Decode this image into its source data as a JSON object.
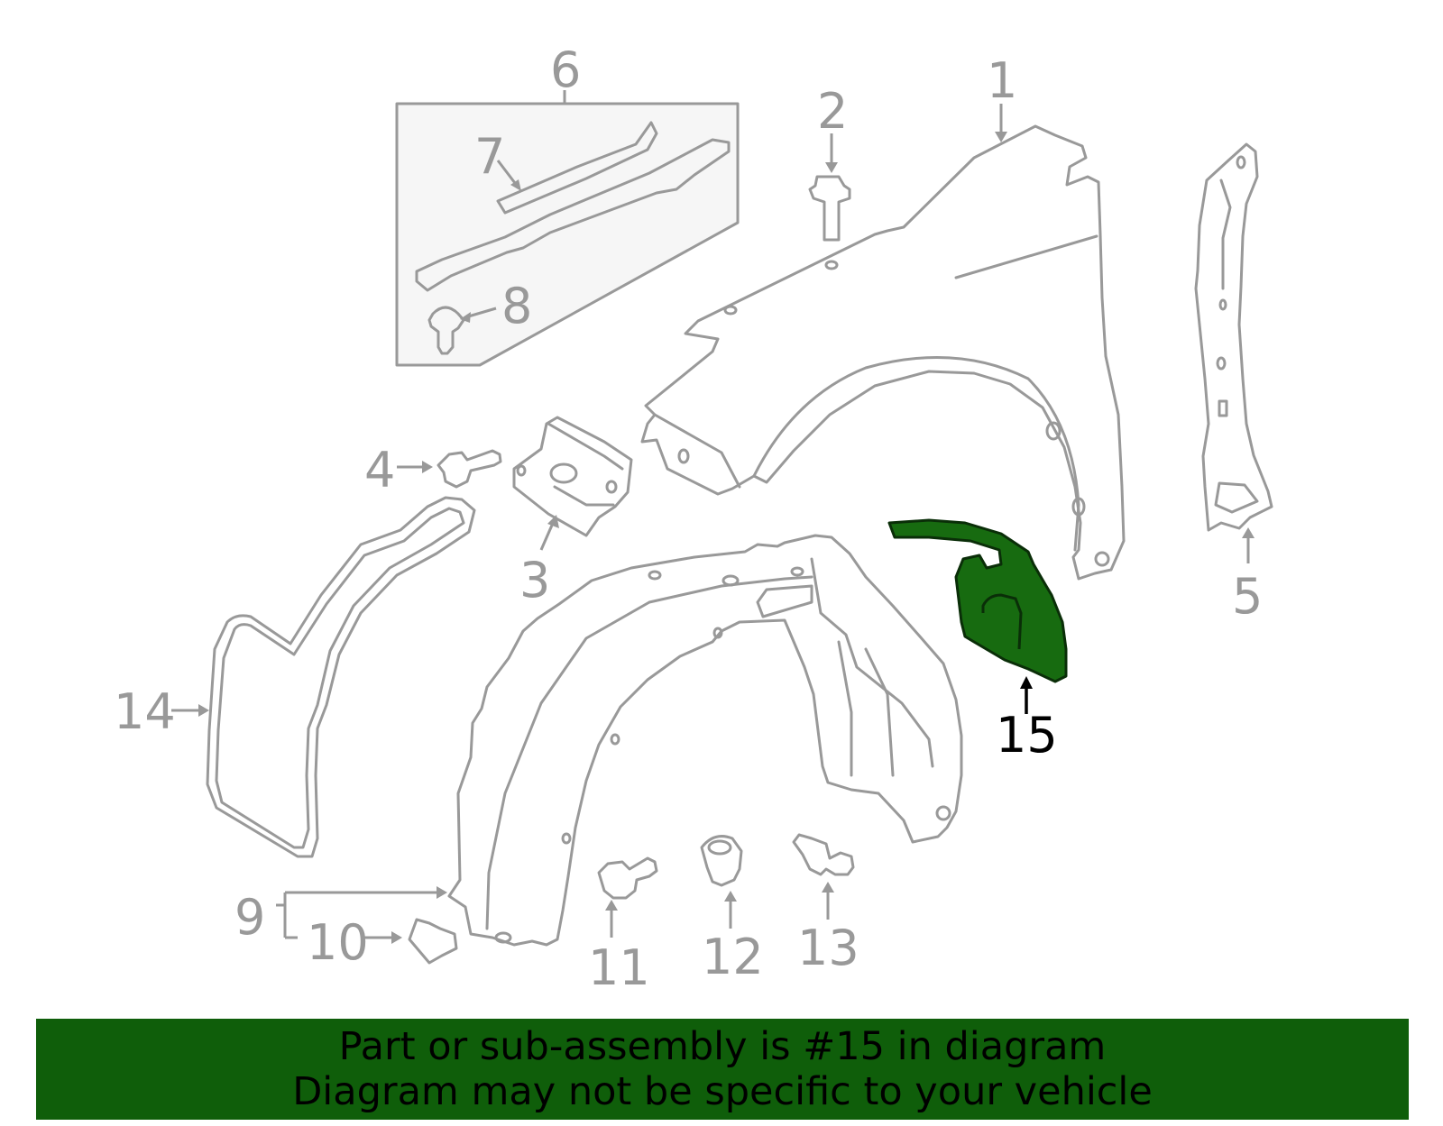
{
  "callouts": {
    "c1": "1",
    "c2": "2",
    "c3": "3",
    "c4": "4",
    "c5": "5",
    "c6": "6",
    "c7": "7",
    "c8": "8",
    "c9": "9",
    "c10": "10",
    "c11": "11",
    "c12": "12",
    "c13": "13",
    "c14": "14",
    "c15": "15"
  },
  "highlight": {
    "part": "15",
    "color": "#176b10"
  },
  "banner": {
    "line1": "Part or sub-assembly is #15 in diagram",
    "line2": "Diagram may not be specific to your vehicle",
    "color": "#0f5e0a"
  }
}
